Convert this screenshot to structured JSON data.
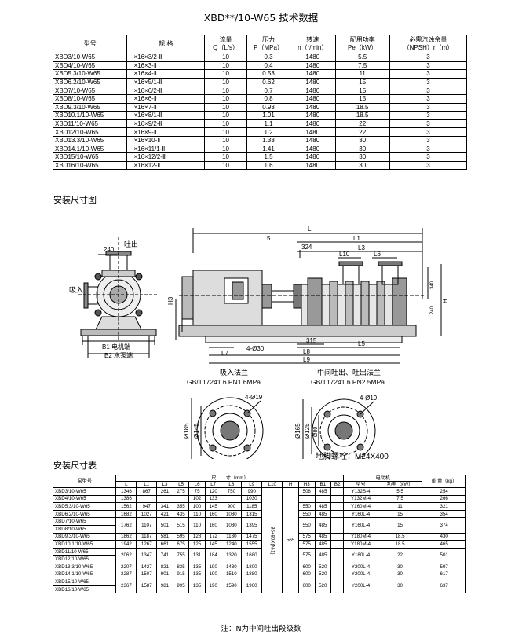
{
  "title": "XBD**/10-W65 技术数据",
  "tech_table": {
    "headers": [
      {
        "l1": "型号",
        "l2": ""
      },
      {
        "l1": "规 格",
        "l2": ""
      },
      {
        "l1": "流量",
        "l2": "Q（L/s）"
      },
      {
        "l1": "压力",
        "l2": "P（MPa）"
      },
      {
        "l1": "转速",
        "l2": "n（r/min）"
      },
      {
        "l1": "配用功率",
        "l2": "Pe（kW）"
      },
      {
        "l1": "必需汽蚀余量",
        "l2": "（NPSH）r（m）"
      }
    ],
    "rows": [
      [
        "XBD3/10-W65",
        "×16×3/2-Ⅱ",
        "10",
        "0.3",
        "1480",
        "5.5",
        "3"
      ],
      [
        "XBD4/10-W65",
        "×16×3-Ⅱ",
        "10",
        "0.4",
        "1480",
        "7.5",
        "3"
      ],
      [
        "XBD5.3/10-W65",
        "×16×4-Ⅱ",
        "10",
        "0.53",
        "1480",
        "11",
        "3"
      ],
      [
        "XBD6.2/10-W65",
        "×16×5/1-Ⅱ",
        "10",
        "0.62",
        "1480",
        "15",
        "3"
      ],
      [
        "XBD7/10-W65",
        "×16×6/2-Ⅱ",
        "10",
        "0.7",
        "1480",
        "15",
        "3"
      ],
      [
        "XBD8/10-W65",
        "×16×6-Ⅱ",
        "10",
        "0.8",
        "1480",
        "15",
        "3"
      ],
      [
        "XBD9.3/10-W65",
        "×16×7-Ⅱ",
        "10",
        "0.93",
        "1480",
        "18.5",
        "3"
      ],
      [
        "XBD10.1/10-W65",
        "×16×8/1-Ⅱ",
        "10",
        "1.01",
        "1480",
        "18.5",
        "3"
      ],
      [
        "XBD11/10-W65",
        "×16×9/2-Ⅱ",
        "10",
        "1.1",
        "1480",
        "22",
        "3"
      ],
      [
        "XBD12/10-W65",
        "×16×9-Ⅱ",
        "10",
        "1.2",
        "1480",
        "22",
        "3"
      ],
      [
        "XBD13.3/10-W65",
        "×16×10-Ⅱ",
        "10",
        "1.33",
        "1480",
        "30",
        "3"
      ],
      [
        "XBD14.1/10-W65",
        "×16×11/1-Ⅱ",
        "10",
        "1.41",
        "1480",
        "30",
        "3"
      ],
      [
        "XBD15/10-W65",
        "×16×12/2-Ⅱ",
        "10",
        "1.5",
        "1480",
        "30",
        "3"
      ],
      [
        "XBD16/10-W65",
        "×16×12-Ⅱ",
        "10",
        "1.6",
        "1480",
        "30",
        "3"
      ]
    ]
  },
  "section1_title": "安装尺寸图",
  "drawing": {
    "dim_240": "240",
    "outlet": "吐出",
    "inlet": "吸入",
    "b1": "B1 电机端",
    "b2": "B2 水泵端",
    "L": "L",
    "L1": "L1",
    "L3": "L3",
    "L10": "L10",
    "L6": "L6",
    "d5": "5",
    "d324": "324",
    "h3": "H3",
    "h": "H",
    "h340": "340",
    "h240": "240",
    "holes": "4-Ø30",
    "d315": "315",
    "L5": "L5",
    "L7": "L7",
    "L8": "L8",
    "L9": "L9",
    "suction_flange": "吸入法兰",
    "suction_std": "GB/T17241.6  PN1.6MPa",
    "mid_flange": "中间吐出、吐出法兰",
    "mid_std": "GB/T17241.6  PN2.5MPa",
    "f1_holes": "4-Ø19",
    "f1_d185": "Ø185",
    "f1_d145": "Ø145",
    "f2_holes": "4-Ø19",
    "f2_d165": "Ø165",
    "f2_d125": "Ø125",
    "f2_d80": "Ø80"
  },
  "flange_note": "地脚螺栓：M24X400",
  "section2_title": "安装尺寸表",
  "install_table": {
    "h_model": "泵型号",
    "h_dims": "尺　　寸（mm）",
    "h_motor": "电动机",
    "h_weight": "重 量（kg）",
    "cols": [
      "L",
      "L1",
      "L3",
      "L5",
      "L6",
      "L7",
      "L8",
      "L9",
      "L10",
      "H",
      "H3",
      "B1",
      "B2"
    ],
    "h_motor_model": "型号",
    "h_motor_power": "功率（kW）",
    "l10_value": "86+80X(N-1)",
    "h_value": "565",
    "groups": [
      {
        "models": [
          "XBD3/10-W65"
        ],
        "L": "1346",
        "L1": "867",
        "L3": "261",
        "L5": "275",
        "L6": "75",
        "L7": "120",
        "L8": "750",
        "L9": "990",
        "H3": "508",
        "B1": "485",
        "B2": "",
        "motor": "Y132S-4",
        "power": "5.5",
        "weight": "254"
      },
      {
        "models": [
          "XBD4/10-W65"
        ],
        "L": "1386",
        "L1": "",
        "L3": "",
        "L5": "",
        "L6": "102",
        "L7": "133",
        "L8": "",
        "L9": "1030",
        "H3": "",
        "B1": "",
        "B2": "",
        "motor": "Y132M-4",
        "power": "7.5",
        "weight": "266"
      },
      {
        "models": [
          "XBD5.3/10-W65"
        ],
        "L": "1562",
        "L1": "947",
        "L3": "341",
        "L5": "355",
        "L6": "100",
        "L7": "145",
        "L8": "900",
        "L9": "1185",
        "H3": "550",
        "B1": "485",
        "B2": "",
        "motor": "Y160M-4",
        "power": "11",
        "weight": "321"
      },
      {
        "models": [
          "XBD6.2/10-W65"
        ],
        "L": "1682",
        "L1": "1027",
        "L3": "421",
        "L5": "435",
        "L6": "110",
        "L7": "160",
        "L8": "1080",
        "L9": "1315",
        "H3": "550",
        "B1": "485",
        "B2": "",
        "motor": "Y160L-4",
        "power": "15",
        "weight": "354"
      },
      {
        "models": [
          "XBD7/10-W65",
          "XBD8/10-W65"
        ],
        "L": "1762",
        "L1": "1107",
        "L3": "501",
        "L5": "515",
        "L6": "110",
        "L7": "160",
        "L8": "1080",
        "L9": "1395",
        "H3": "550",
        "B1": "485",
        "B2": "",
        "motor": "Y160L-4",
        "power": "15",
        "weight": "374"
      },
      {
        "models": [
          "XBD9.3/10-W65"
        ],
        "L": "1862",
        "L1": "1187",
        "L3": "581",
        "L5": "595",
        "L6": "128",
        "L7": "172",
        "L8": "1130",
        "L9": "1475",
        "H3": "575",
        "B1": "485",
        "B2": "",
        "motor": "Y180M-4",
        "power": "18.5",
        "weight": "430"
      },
      {
        "models": [
          "XBD10.1/10-W65"
        ],
        "L": "1942",
        "L1": "1267",
        "L3": "661",
        "L5": "675",
        "L6": "125",
        "L7": "145",
        "L8": "1240",
        "L9": "1555",
        "H3": "575",
        "B1": "485",
        "B2": "",
        "motor": "Y180M-4",
        "power": "18.5",
        "weight": "465"
      },
      {
        "models": [
          "XBD11/10-W65",
          "XBD12/10-W65"
        ],
        "L": "2062",
        "L1": "1347",
        "L3": "741",
        "L5": "755",
        "L6": "131",
        "L7": "184",
        "L8": "1320",
        "L9": "1680",
        "H3": "575",
        "B1": "485",
        "B2": "",
        "motor": "Y180L-4",
        "power": "22",
        "weight": "501"
      },
      {
        "models": [
          "XBD13.3/10-W65"
        ],
        "L": "2207",
        "L1": "1427",
        "L3": "821",
        "L5": "835",
        "L6": "135",
        "L7": "190",
        "L8": "1430",
        "L9": "1800",
        "H3": "600",
        "B1": "520",
        "B2": "",
        "motor": "Y200L-4",
        "power": "30",
        "weight": "597"
      },
      {
        "models": [
          "XBD14.1/10-W65"
        ],
        "L": "2287",
        "L1": "1507",
        "L3": "901",
        "L5": "915",
        "L6": "135",
        "L7": "190",
        "L8": "1510",
        "L9": "1880",
        "H3": "600",
        "B1": "520",
        "B2": "",
        "motor": "Y200L-4",
        "power": "30",
        "weight": "617"
      },
      {
        "models": [
          "XBD15/10-W65",
          "XBD16/10-W65"
        ],
        "L": "2367",
        "L1": "1587",
        "L3": "981",
        "L5": "995",
        "L6": "135",
        "L7": "190",
        "L8": "1590",
        "L9": "1960",
        "H3": "600",
        "B1": "520",
        "B2": "",
        "motor": "Y200L-4",
        "power": "30",
        "weight": "637"
      }
    ]
  },
  "footnote": "注：N为中间吐出段级数"
}
